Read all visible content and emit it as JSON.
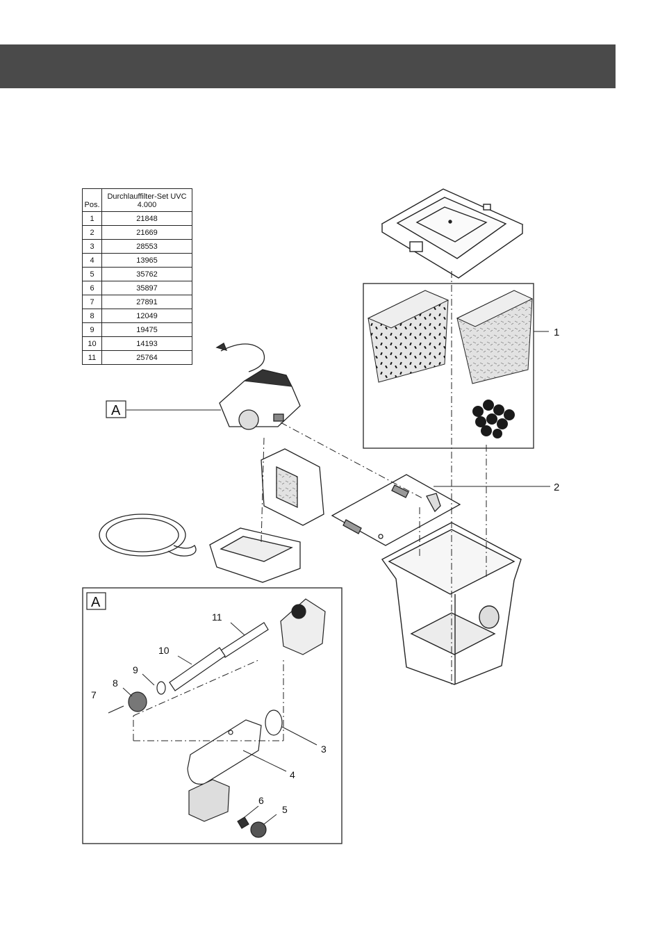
{
  "table": {
    "col_pos": "Pos.",
    "col_set_line1": "Durchlauffilter-Set UVC",
    "col_set_line2": "4.000",
    "rows": [
      {
        "pos": "1",
        "no": "21848"
      },
      {
        "pos": "2",
        "no": "21669"
      },
      {
        "pos": "3",
        "no": "28553"
      },
      {
        "pos": "4",
        "no": "13965"
      },
      {
        "pos": "5",
        "no": "35762"
      },
      {
        "pos": "6",
        "no": "35897"
      },
      {
        "pos": "7",
        "no": "27891"
      },
      {
        "pos": "8",
        "no": "12049"
      },
      {
        "pos": "9",
        "no": "19475"
      },
      {
        "pos": "10",
        "no": "14193"
      },
      {
        "pos": "11",
        "no": "25764"
      }
    ]
  },
  "callouts": {
    "pos1": "1",
    "pos2": "2",
    "pos3": "3",
    "pos4": "4",
    "pos5": "5",
    "pos6": "6",
    "pos7": "7",
    "pos8": "8",
    "pos9": "9",
    "pos10": "10",
    "pos11": "11"
  },
  "detail_label_main": "A",
  "detail_label_box": "A"
}
